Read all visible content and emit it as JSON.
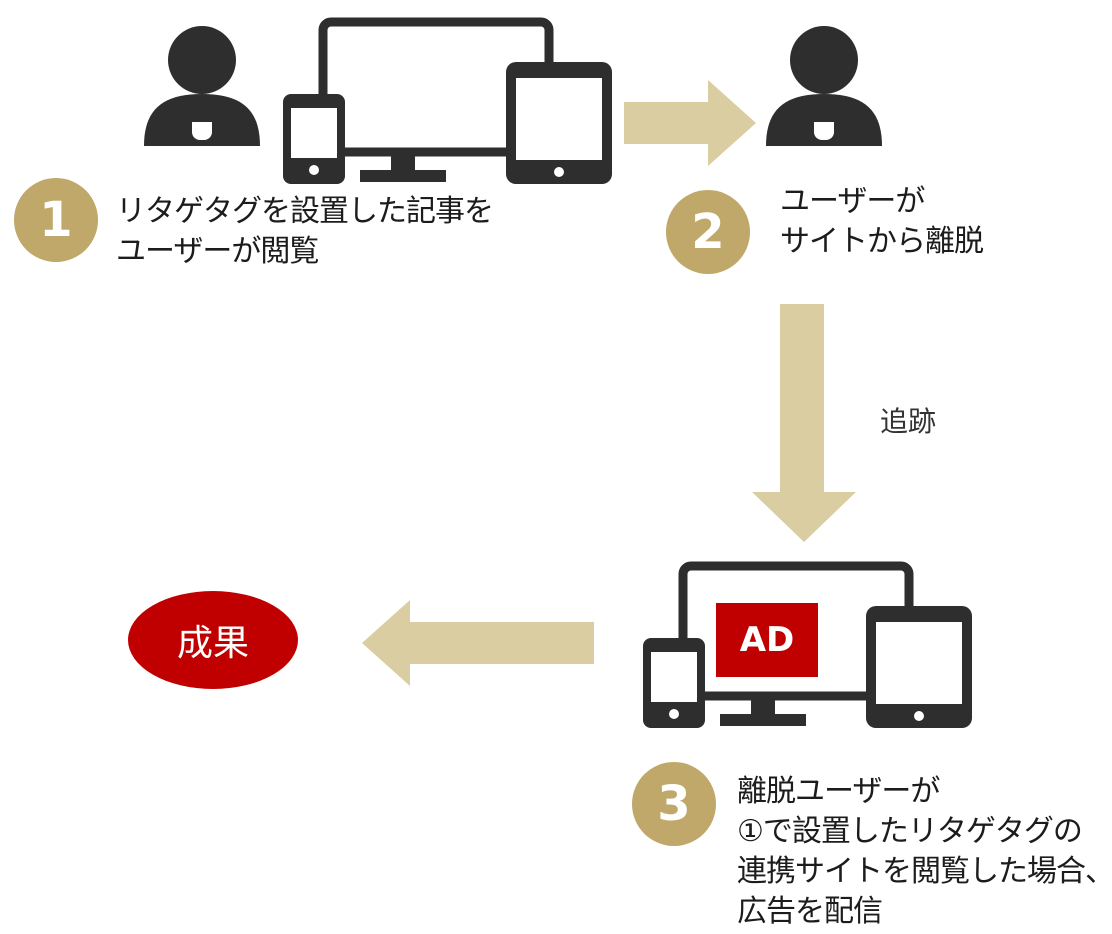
{
  "colors": {
    "icon": "#2e2e2e",
    "accent_gold": "#bfa86a",
    "arrow": "#d9cda1",
    "red": "#c00000",
    "text": "#1c1c1c",
    "background": "#ffffff"
  },
  "icons": {
    "user_1": "user-icon",
    "devices_1": "devices-icon",
    "user_2": "user-icon",
    "devices_3": "devices-icon"
  },
  "steps": [
    {
      "number": "1",
      "lines": [
        "リタゲタグを設置した記事を",
        "ユーザーが閲覧"
      ]
    },
    {
      "number": "2",
      "lines": [
        "ユーザーが",
        "サイトから離脱"
      ]
    },
    {
      "number": "3",
      "lines": [
        "離脱ユーザーが",
        "①で設置したリタゲタグの",
        "連携サイトを閲覧した場合、",
        "広告を配信"
      ]
    }
  ],
  "tracking_label": "追跡",
  "ad_label": "AD",
  "result_label": "成果"
}
